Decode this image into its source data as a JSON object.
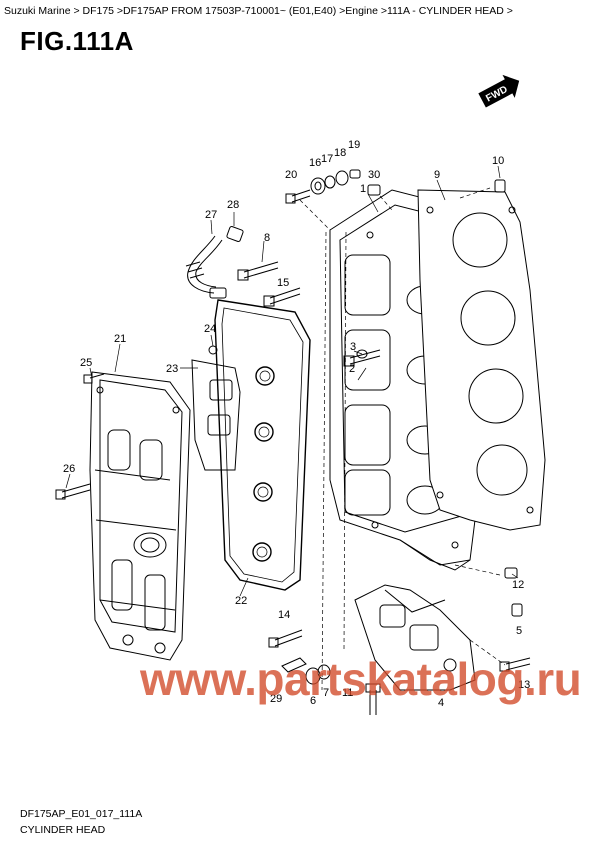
{
  "breadcrumb": "Suzuki Marine > DF175 >DF175AP FROM 17503P-710001~ (E01,E40) >Engine >111A - CYLINDER HEAD >",
  "figure_title": "FIG.111A",
  "fwd_label": "FWD",
  "footer": {
    "code": "DF175AP_E01_017_111A",
    "name": "CYLINDER HEAD"
  },
  "watermark": "www.partskatalog.ru",
  "part_labels": [
    "1",
    "2",
    "3",
    "4",
    "5",
    "6",
    "7",
    "8",
    "9",
    "10",
    "11",
    "12",
    "13",
    "14",
    "15",
    "16",
    "17",
    "18",
    "19",
    "20",
    "21",
    "22",
    "23",
    "24",
    "25",
    "26",
    "27",
    "28",
    "29",
    "30"
  ]
}
